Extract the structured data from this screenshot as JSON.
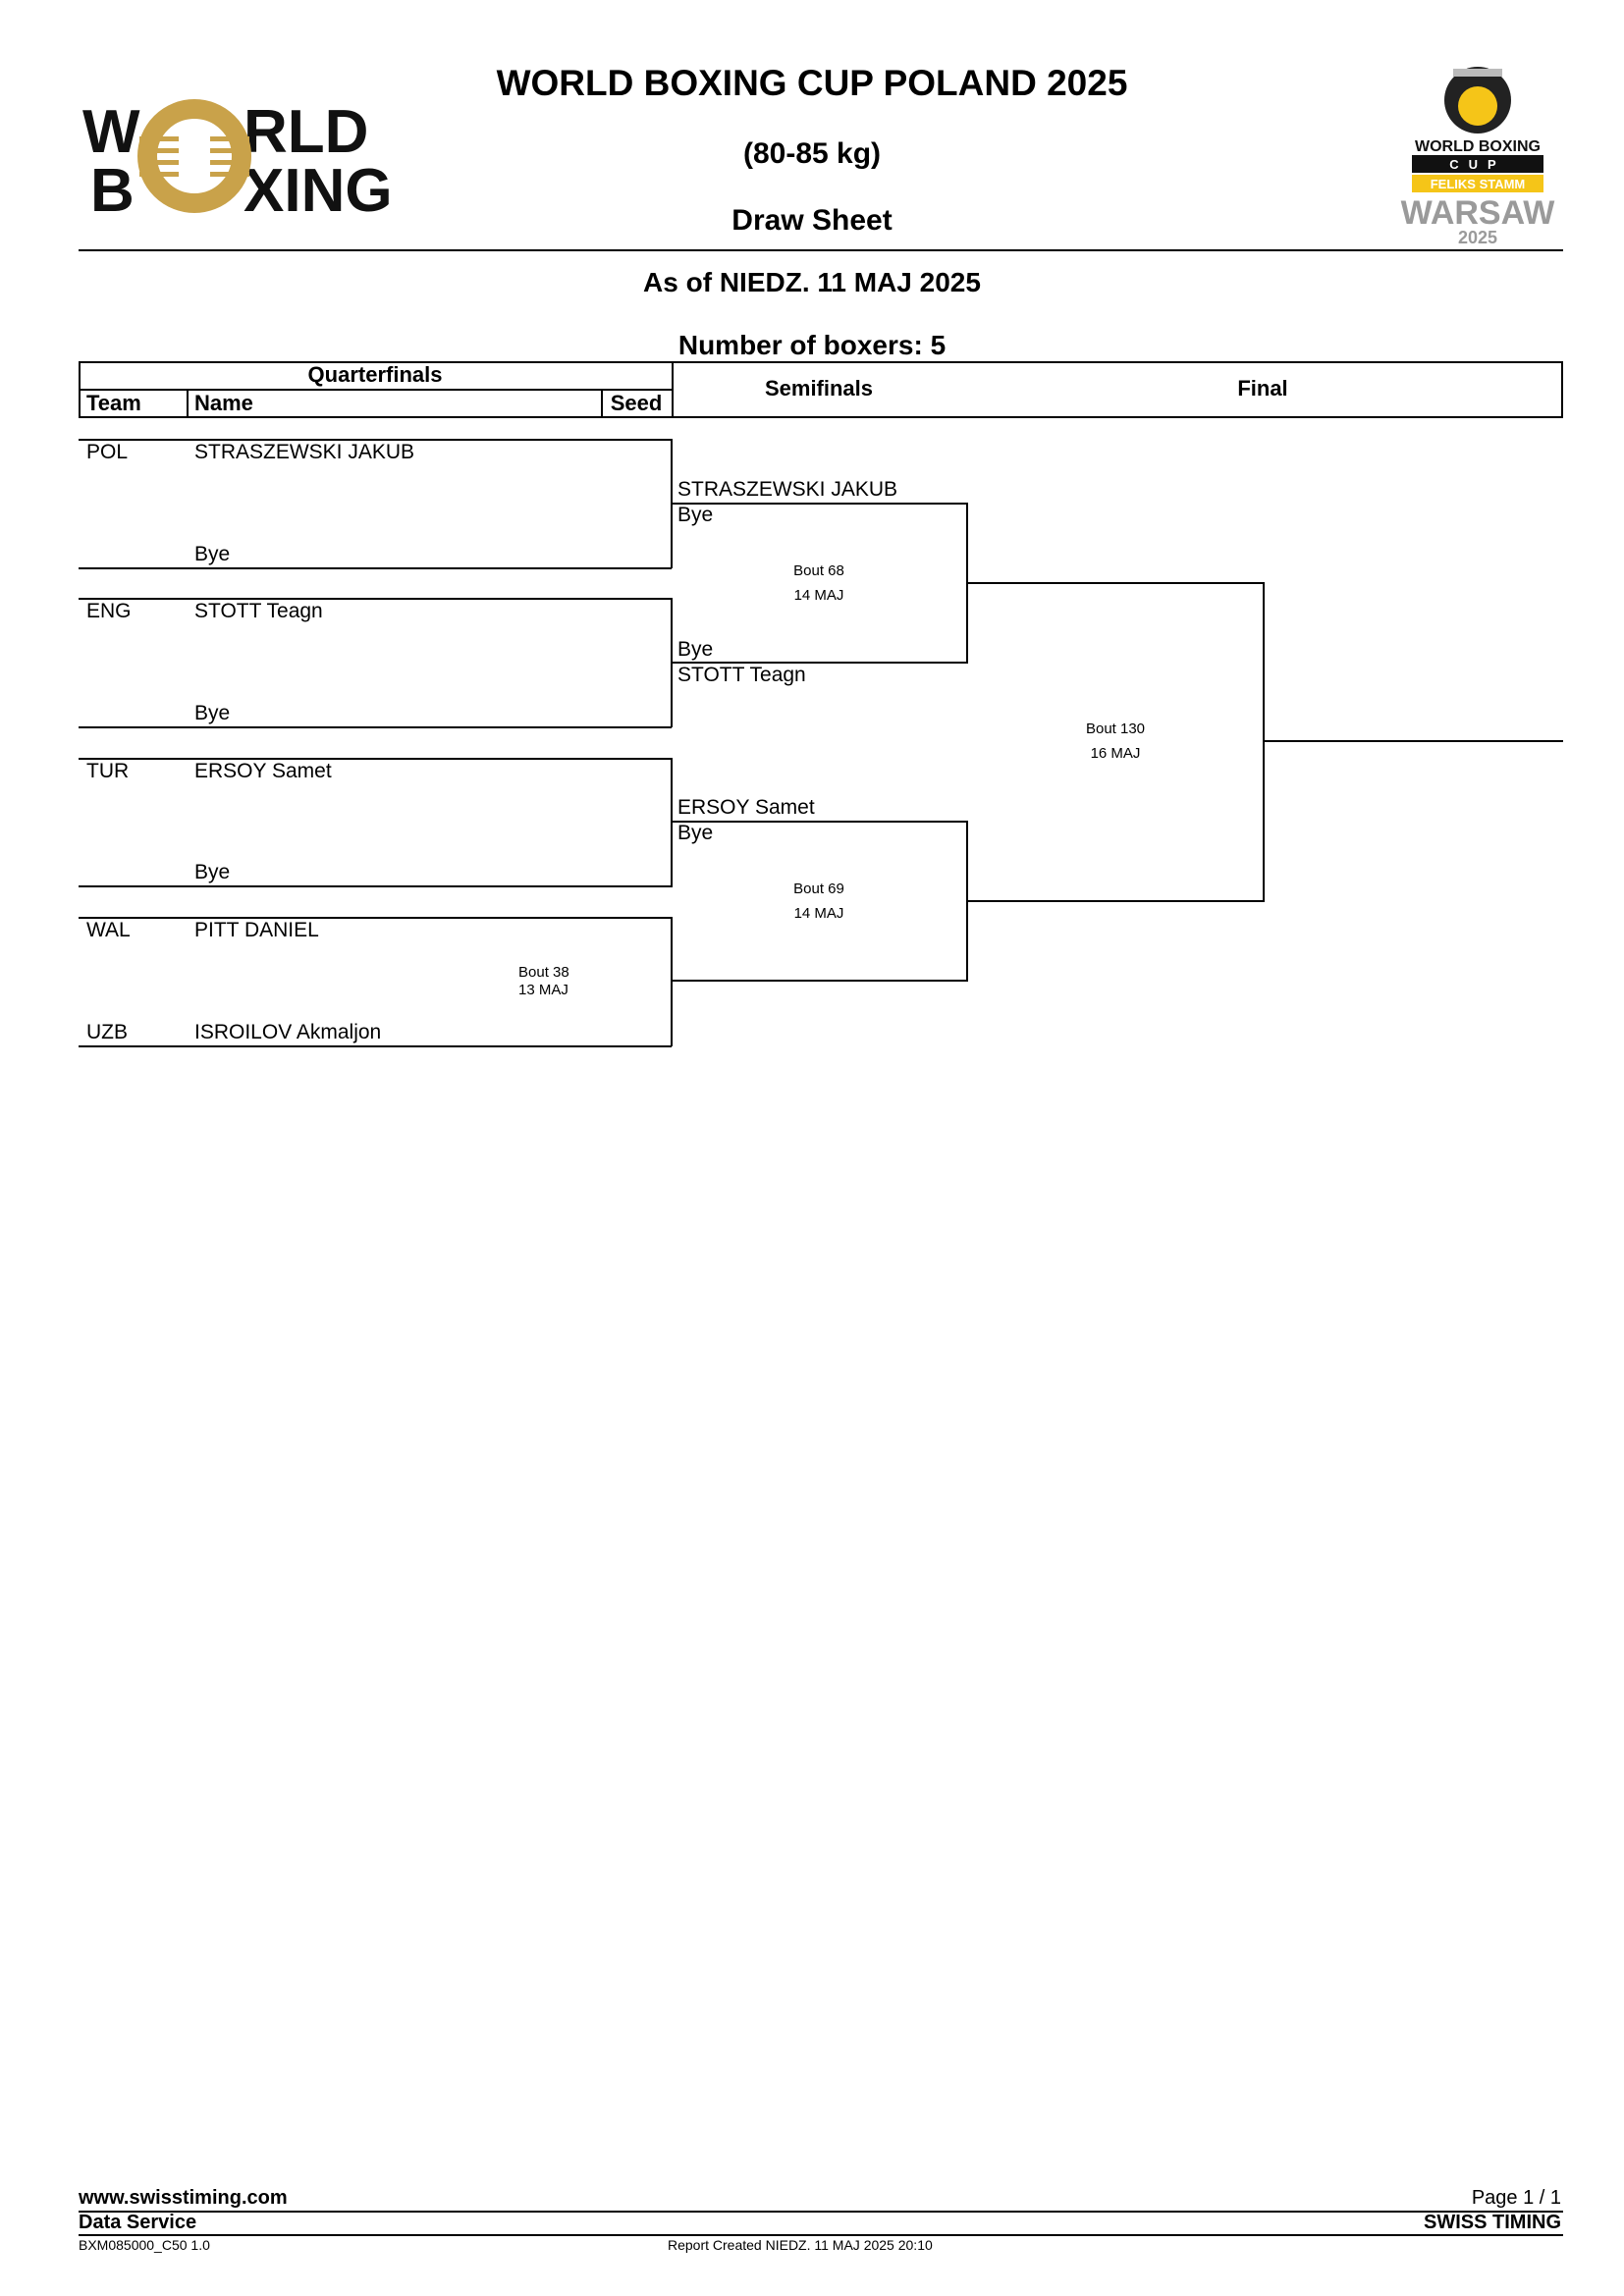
{
  "header": {
    "title": "WORLD BOXING CUP POLAND 2025",
    "weight_class": "(80-85 kg)",
    "sheet_title": "Draw Sheet",
    "as_of": "As of NIEDZ. 11 MAJ 2025",
    "boxers_count": "Number of boxers: 5"
  },
  "logo_left": {
    "line1": "WORLD",
    "line2": "BOXING",
    "accent_color": "#c9a24a"
  },
  "logo_right": {
    "line1": "WORLD BOXING",
    "line2": "CUP",
    "line3": "FELIKS STAMM",
    "line4": "WARSAW",
    "line5": "2025",
    "yellow": "#f5c518",
    "grey": "#9a9a9a"
  },
  "table_header": {
    "quarterfinals": "Quarterfinals",
    "team": "Team",
    "name": "Name",
    "seed": "Seed",
    "semifinals": "Semifinals",
    "final": "Final"
  },
  "quarterfinals": [
    {
      "team": "POL",
      "name": "STRASZEWSKI JAKUB",
      "opponent": "Bye"
    },
    {
      "team": "ENG",
      "name": "STOTT Teagn",
      "opponent": "Bye"
    },
    {
      "team": "TUR",
      "name": "ERSOY Samet",
      "opponent": "Bye"
    },
    {
      "team": "WAL",
      "name": "PITT DANIEL",
      "bout": "Bout 38",
      "date": "13 MAJ",
      "team2": "UZB",
      "name2": "ISROILOV Akmaljon"
    }
  ],
  "semifinals": [
    {
      "name1": "STRASZEWSKI JAKUB",
      "name1_opp": "Bye",
      "bout": "Bout 68",
      "date": "14 MAJ",
      "name2_opp": "Bye",
      "name2": "STOTT Teagn"
    },
    {
      "name1": "ERSOY Samet",
      "name1_opp": "Bye",
      "bout": "Bout 69",
      "date": "14 MAJ"
    }
  ],
  "final": {
    "bout": "Bout 130",
    "date": "16 MAJ"
  },
  "footer": {
    "website": "www.swisstiming.com",
    "page": "Page 1 / 1",
    "data_service": "Data Service",
    "brand": "SWISS TIMING",
    "code": "BXM085000_C50 1.0",
    "report_created": "Report Created  NIEDZ. 11 MAJ 2025 20:10"
  }
}
